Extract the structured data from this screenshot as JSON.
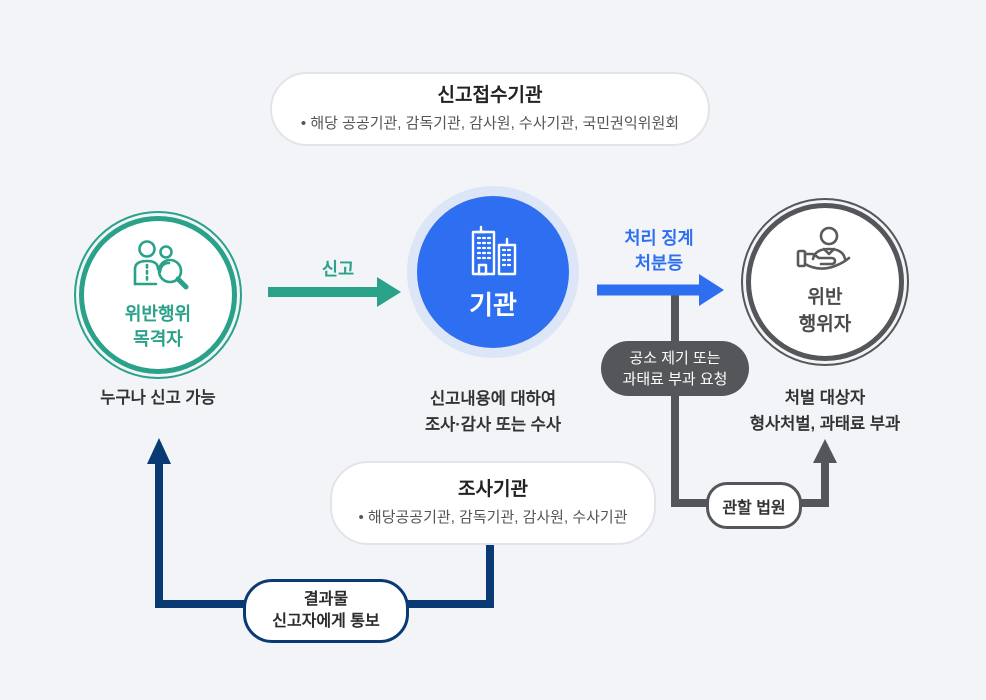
{
  "colors": {
    "background": "#f2f4f8",
    "green": "#2aa189",
    "blue": "#2e6ff2",
    "blue_halo": "#dde6f7",
    "navy": "#0a3a73",
    "gray": "#55565a",
    "text_dark": "#333333",
    "text_muted": "#555555",
    "box_border": "#e2e4e9",
    "white": "#ffffff"
  },
  "top_box": {
    "title": "신고접수기관",
    "bullet": "•  해당 공공기관, 감독기관, 감사원, 수사기관, 국민권익위원회"
  },
  "witness": {
    "label_line1": "위반행위",
    "label_line2": "목격자",
    "caption": "누구나 신고 가능",
    "icon": "people-magnifier-icon"
  },
  "report_arrow": {
    "label": "신고"
  },
  "agency": {
    "label": "기관",
    "caption_line1": "신고내용에 대하여",
    "caption_line2": "조사·감사 또는 수사",
    "icon": "buildings-icon"
  },
  "process_arrow": {
    "label_line1": "처리 징계",
    "label_line2": "처분등"
  },
  "violator": {
    "label_line1": "위반",
    "label_line2": "행위자",
    "caption_line1": "처벌 대상자",
    "caption_line2": "형사처벌, 과태료 부과",
    "icon": "person-in-hand-icon"
  },
  "prosecution_pill": {
    "line1": "공소 제기 또는",
    "line2": "과태료 부과 요청"
  },
  "court_pill": {
    "label": "관할 법원"
  },
  "investigation_box": {
    "title": "조사기관",
    "bullet": "•  해당공공기관, 감독기관, 감사원, 수사기관"
  },
  "result_pill": {
    "line1": "결과물",
    "line2": "신고자에게 통보"
  }
}
